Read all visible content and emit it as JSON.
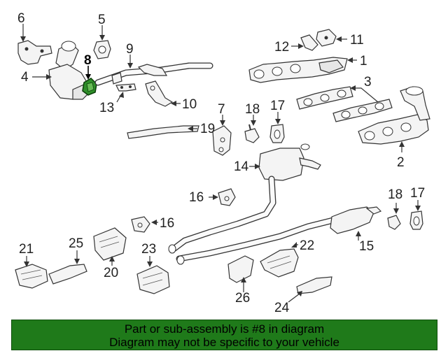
{
  "highlight": {
    "part_number": "8",
    "color": "#1f7a1a"
  },
  "callouts": {
    "c1": "1",
    "c2": "2",
    "c3": "3",
    "c4": "4",
    "c5": "5",
    "c6": "6",
    "c7": "7",
    "c8": "8",
    "c9": "9",
    "c10": "10",
    "c11": "11",
    "c12": "12",
    "c13": "13",
    "c14": "14",
    "c15": "15",
    "c16a": "16",
    "c16b": "16",
    "c17a": "17",
    "c17b": "17",
    "c18a": "18",
    "c18b": "18",
    "c19": "19",
    "c20": "20",
    "c21": "21",
    "c22": "22",
    "c23": "23",
    "c24": "24",
    "c25": "25",
    "c26": "26"
  },
  "banner": {
    "line1": "Part or sub-assembly is #8 in diagram",
    "line2": "Diagram may not be specific to your vehicle",
    "background": "#1f7a1a"
  }
}
